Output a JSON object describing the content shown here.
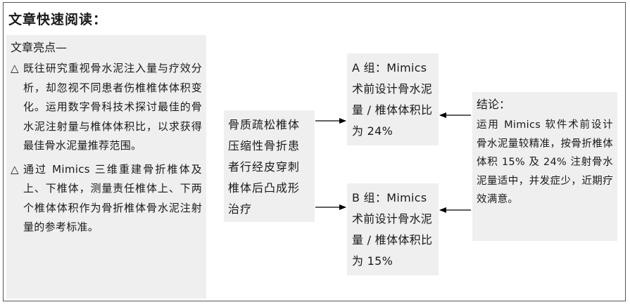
{
  "page": {
    "title": "文章快速阅读："
  },
  "highlights": {
    "heading": "文章亮点—",
    "bullet_symbol": "△",
    "items": [
      "既往研究重视骨水泥注入量与疗效分析，却忽视不同患者伤椎椎体体积变化。运用数字骨科技术探讨最佳的骨水泥注射量与椎体体积比，以求获得最佳骨水泥量推荐范围。",
      "通过 Mimics 三维重建骨折椎体及上、下椎体，测量责任椎体上、下两个椎体体积作为骨折椎体骨水泥注射量的参考标准。"
    ]
  },
  "subject": {
    "text": "骨质疏松椎体压缩性骨折患者行经皮穿刺椎体后凸成形治疗"
  },
  "group_a": {
    "text": "A 组：Mimics 术前设计骨水泥量 / 椎体体积比为 24%"
  },
  "group_b": {
    "text": "B 组：Mimics 术前设计骨水泥量 / 椎体体积比为 15%"
  },
  "conclusion": {
    "heading": "结论：",
    "text": "运用 Mimics 软件术前设计骨水泥量较精准，按骨折椎体体积 15% 及 24% 注射骨水泥量适中，并发症少，近期疗效满意。"
  },
  "colors": {
    "box_background": "#efefef",
    "border": "#555555",
    "arrow": "#000000"
  }
}
